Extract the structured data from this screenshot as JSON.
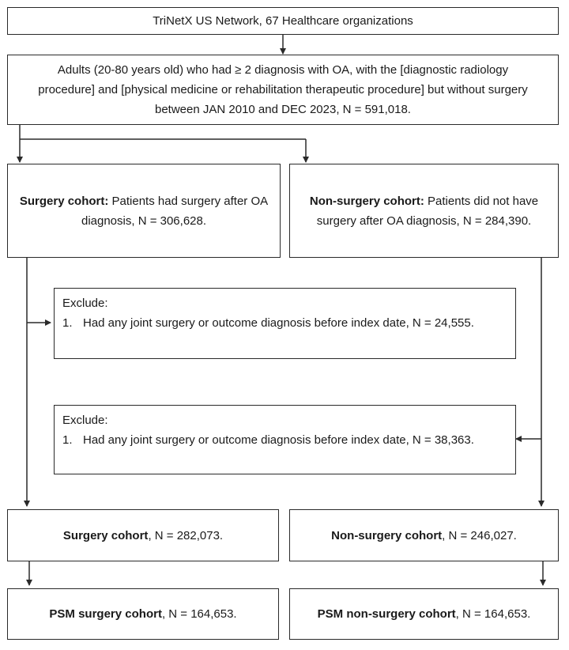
{
  "network": {
    "text": "TriNetX US Network, 67 Healthcare organizations"
  },
  "population": {
    "text": "Adults (20-80 years old) who had ≥ 2 diagnosis with OA, with the [diagnostic radiology procedure] and [physical medicine or rehabilitation therapeutic procedure] but without surgery between JAN 2010 and DEC 2023,  N = 591,018."
  },
  "surgery_cohort": {
    "label": "Surgery cohort:",
    "text": " Patients had surgery after OA diagnosis, N = 306,628."
  },
  "nonsurgery_cohort": {
    "label": "Non-surgery cohort:",
    "text": " Patients did not have surgery after OA diagnosis, N = 284,390."
  },
  "exclude_surgery": {
    "title": "Exclude:",
    "items": [
      {
        "num": "1.",
        "text": "Had any joint surgery or outcome diagnosis before index date, N = 24,555."
      }
    ]
  },
  "exclude_nonsurgery": {
    "title": "Exclude:",
    "items": [
      {
        "num": "1.",
        "text": "Had any joint surgery or outcome diagnosis before index date, N = 38,363."
      }
    ]
  },
  "surgery_final": {
    "label": "Surgery cohort",
    "text": ", N = 282,073."
  },
  "nonsurgery_final": {
    "label": "Non-surgery cohort",
    "text": ", N = 246,027."
  },
  "psm_surgery": {
    "label": "PSM surgery cohort",
    "text": ", N = 164,653."
  },
  "psm_nonsurgery": {
    "label": "PSM non-surgery cohort",
    "text": ", N = 164,653."
  }
}
